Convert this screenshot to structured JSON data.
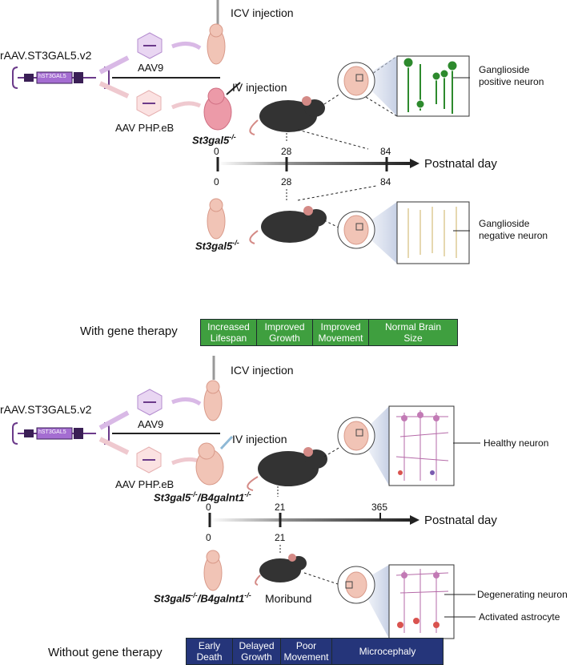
{
  "top": {
    "construct": "rAAV.ST3GAL5.v2",
    "gene_label": "hST3GAL5",
    "icv": "ICV injection",
    "iv": "IV injection",
    "aav9": "AAV9",
    "php": "AAV PHP.eB",
    "genotype_treated": "St3gal5",
    "genotype_treated_sup": "-/-",
    "genotype_untreated": "St3gal5",
    "genotype_untreated_sup": "-/-",
    "day_treated": [
      "0",
      "28",
      "84"
    ],
    "day_axis": [
      "0",
      "28",
      "84"
    ],
    "axis_label": "Postnatal day",
    "pos_neuron": "Ganglioside\npositive neuron",
    "neg_neuron": "Ganglioside\nnegative neuron"
  },
  "with_bar": {
    "label": "With gene therapy",
    "cells": [
      "Increased\nLifespan",
      "Improved\nGrowth",
      "Improved\nMovement",
      "Normal Brain\nSize"
    ],
    "color": "#3f9f3f"
  },
  "bottom": {
    "construct": "rAAV.ST3GAL5.v2",
    "gene_label": "hST3GAL5",
    "icv": "ICV injection",
    "iv": "IV injection",
    "aav9": "AAV9",
    "php": "AAV PHP.eB",
    "genotype_a": "St3gal5",
    "genotype_a_sup": "-/-",
    "genotype_b": "B4galnt1",
    "genotype_b_sup": "-/-",
    "day_treated": [
      "0",
      "21",
      "365"
    ],
    "day_axis": [
      "0",
      "21"
    ],
    "axis_label": "Postnatal day",
    "moribund": "Moribund",
    "healthy": "Healthy neuron",
    "degenerating": "Degenerating neuron",
    "astrocyte": "Activated astrocyte"
  },
  "without_bar": {
    "label": "Without gene therapy",
    "cells": [
      "Early\nDeath",
      "Delayed\nGrowth",
      "Poor\nMovement",
      "Microcephaly"
    ],
    "color": "#25357a"
  }
}
